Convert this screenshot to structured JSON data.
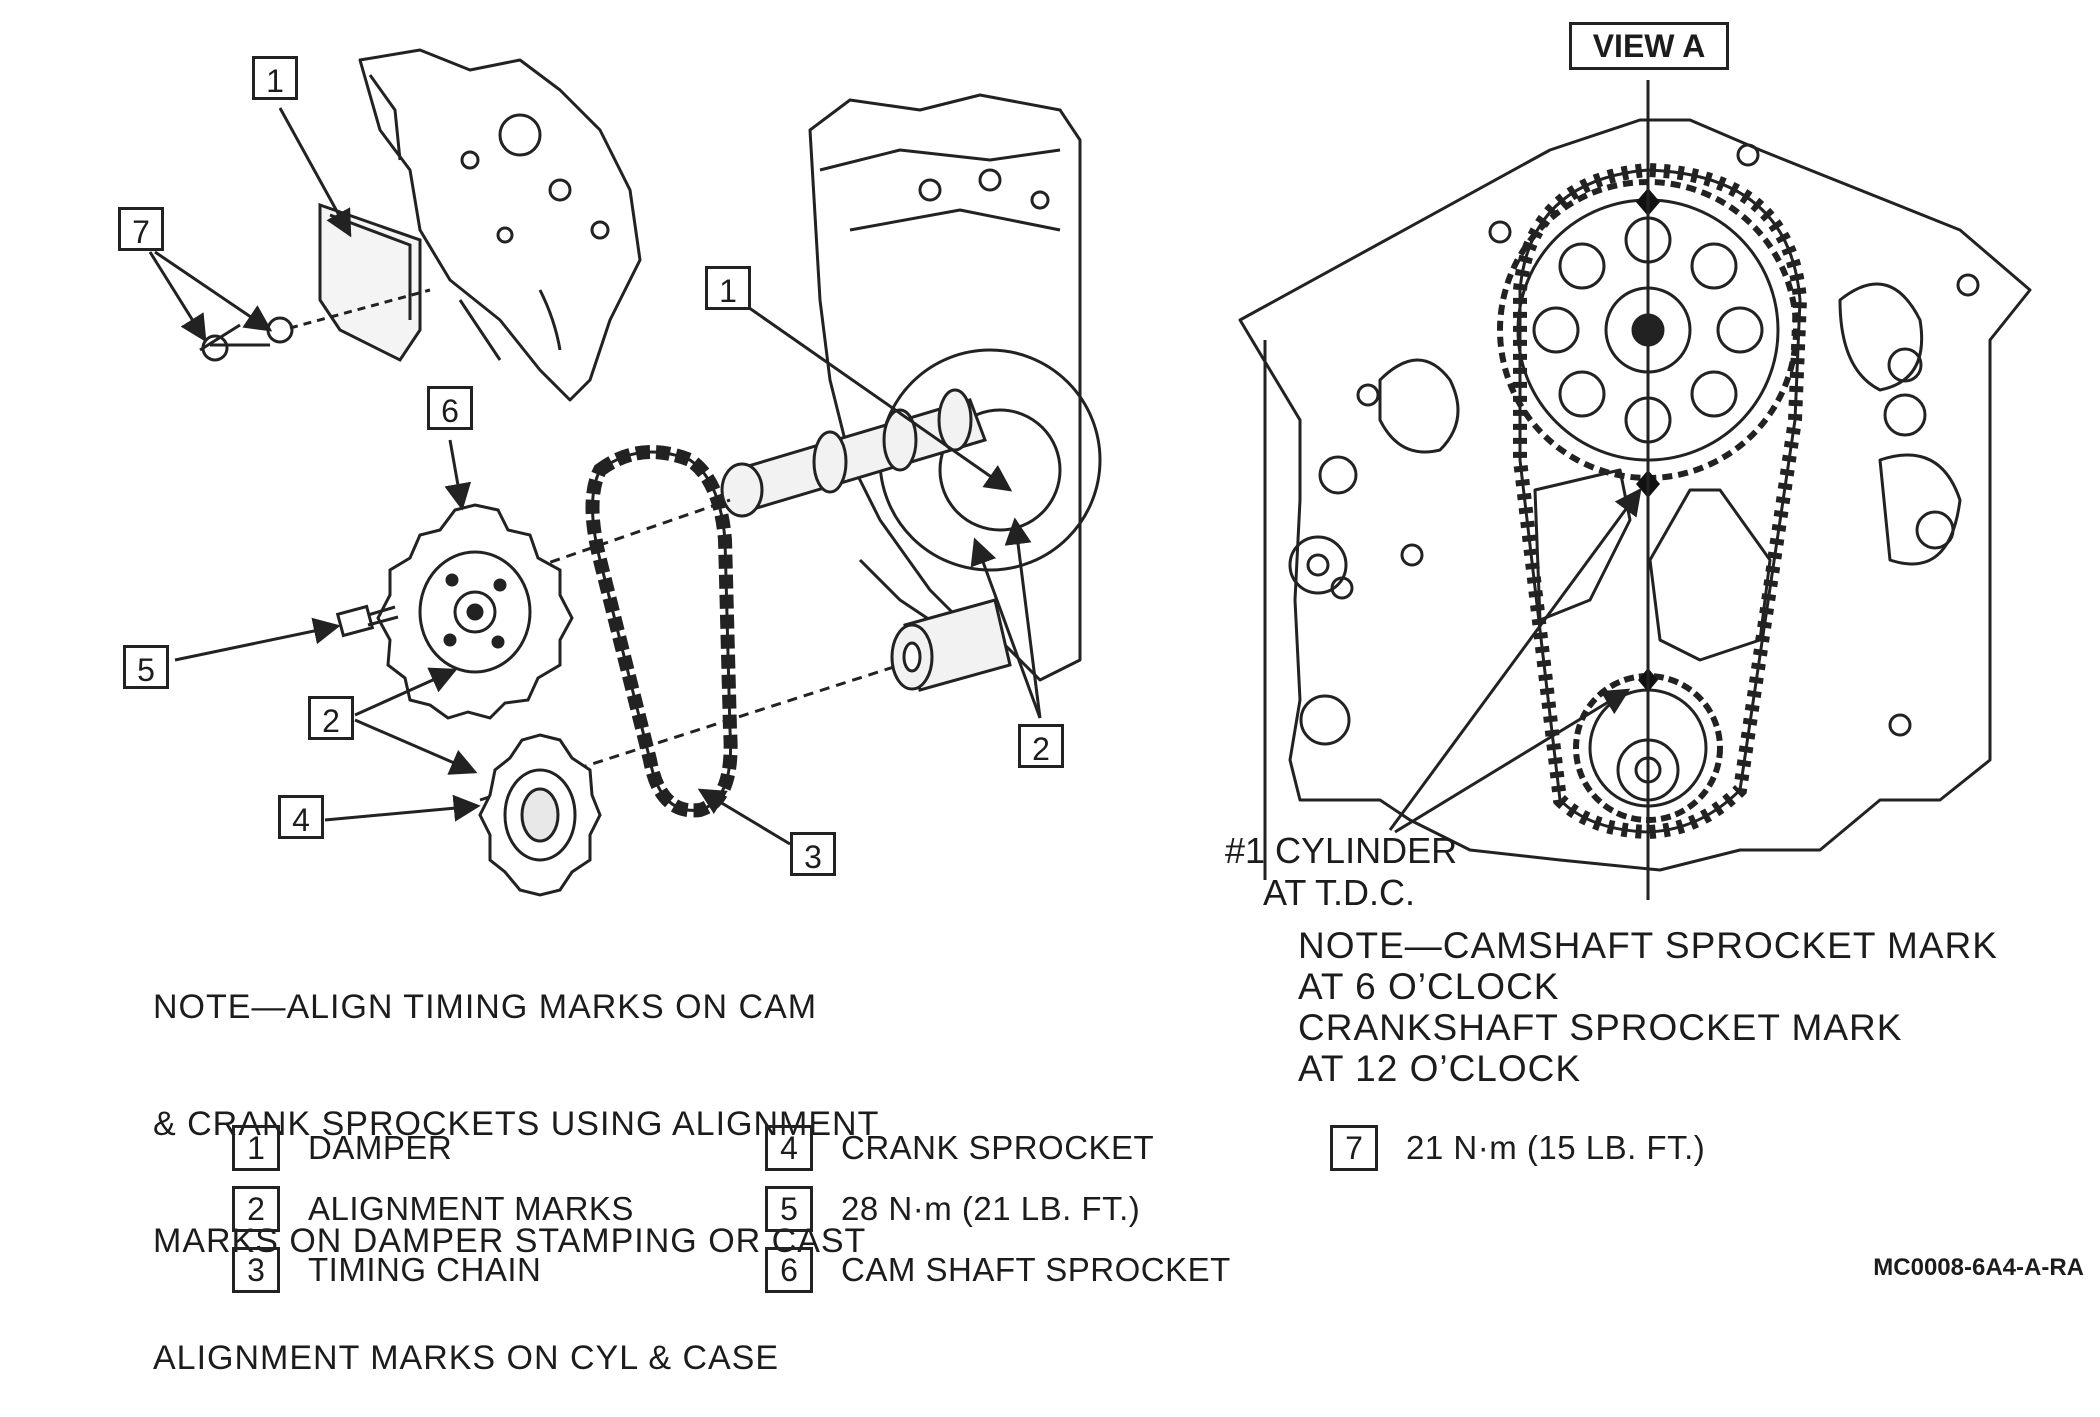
{
  "callouts": {
    "c1_top": "1",
    "c7": "7",
    "c6": "6",
    "c1_mid": "1",
    "c5": "5",
    "c2_left": "2",
    "c4": "4",
    "c3": "3",
    "c2_right": "2"
  },
  "view_label": "VIEW A",
  "note_left": [
    "NOTE—ALIGN TIMING MARKS ON CAM",
    "& CRANK SPROCKETS USING ALIGNMENT",
    "MARKS ON DAMPER STAMPING OR CAST",
    "ALIGNMENT MARKS ON CYL & CASE"
  ],
  "cylinder_label": [
    "#1 CYLINDER",
    "AT T.D.C."
  ],
  "note_right": [
    "NOTE—CAMSHAFT SPROCKET MARK",
    "AT 6 O’CLOCK",
    "CRANKSHAFT SPROCKET MARK",
    "AT 12 O’CLOCK"
  ],
  "legend": [
    {
      "num": "1",
      "label": "DAMPER"
    },
    {
      "num": "2",
      "label": "ALIGNMENT MARKS"
    },
    {
      "num": "3",
      "label": "TIMING CHAIN"
    },
    {
      "num": "4",
      "label": "CRANK SPROCKET"
    },
    {
      "num": "5",
      "label": "28 N·m (21 LB. FT.)"
    },
    {
      "num": "6",
      "label": "CAM SHAFT SPROCKET"
    },
    {
      "num": "7",
      "label": "21 N·m (15 LB. FT.)"
    }
  ],
  "figure_code": "MC0008-6A4-A-RA"
}
